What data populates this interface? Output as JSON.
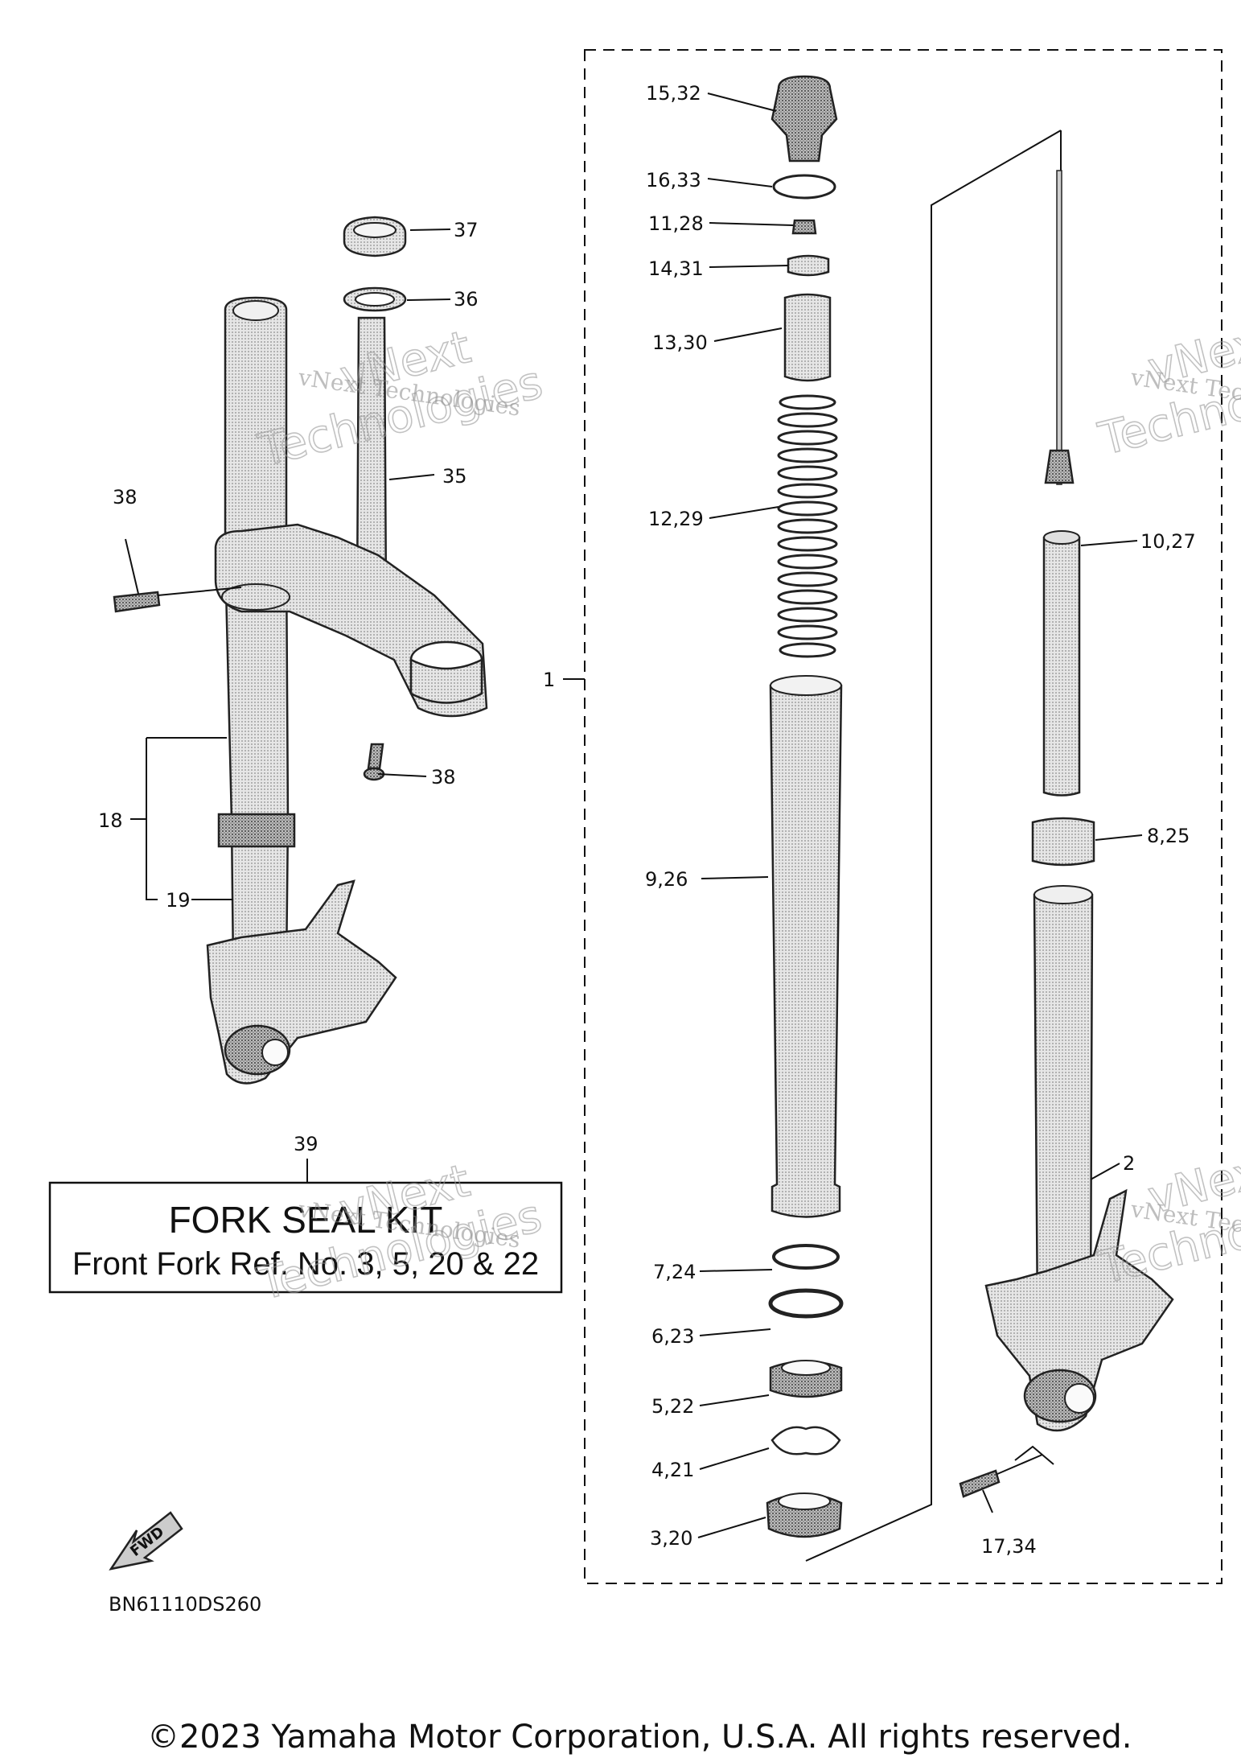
{
  "callouts": {
    "c1": "1",
    "c2": "2",
    "c3_20": "3,20",
    "c4_21": "4,21",
    "c5_22": "5,22",
    "c6_23": "6,23",
    "c7_24": "7,24",
    "c8_25": "8,25",
    "c9_26": "9,26",
    "c10_27": "10,27",
    "c11_28": "11,28",
    "c12_29": "12,29",
    "c13_30": "13,30",
    "c14_31": "14,31",
    "c15_32": "15,32",
    "c16_33": "16,33",
    "c17_34": "17,34",
    "c18": "18",
    "c19": "19",
    "c35": "35",
    "c36": "36",
    "c37": "37",
    "c38a": "38",
    "c38b": "38",
    "c39": "39"
  },
  "kit_box": {
    "title": "FORK SEAL KIT",
    "subtitle": "Front Fork Ref. No. 3, 5, 20 & 22"
  },
  "fwd_label": "FWD",
  "diagram_code": "BN61110DS260",
  "watermark": {
    "line1": "vNext Technologies",
    "line2a": "vNext",
    "line2b": "Technologies",
    "partial1": "vNext Tec",
    "partial2a": "vNext",
    "partial2b": "Techno"
  },
  "copyright": "©2023 Yamaha Motor Corporation, U.S.A. All rights reserved."
}
